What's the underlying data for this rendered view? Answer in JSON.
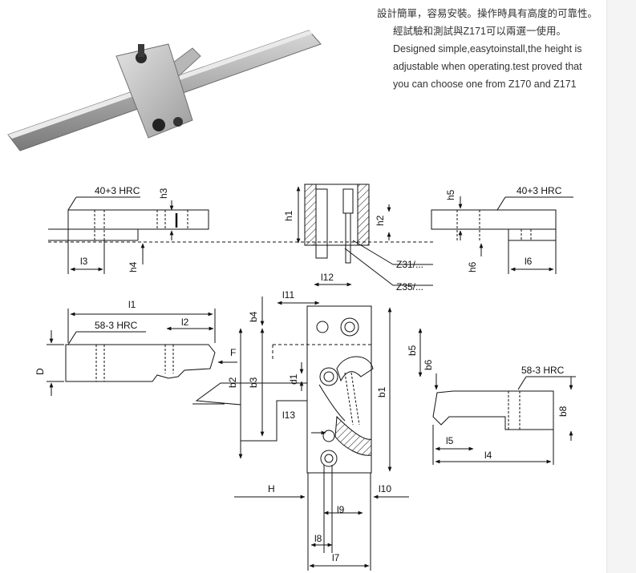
{
  "description": {
    "line_cn_1": "設計簡單，容易安裝。操作時具有高度的可靠性。",
    "line_cn_2": "經試驗和測試與Z171可以兩選一使用。",
    "line_en_1": "Designed simple,easytoinstall,the height is",
    "line_en_2": "adjustable when operating.test proved that",
    "line_en_3": "you can choose one from Z170 and Z171"
  },
  "drawing": {
    "hrc_top_left": "40+3 HRC",
    "hrc_top_right": "40+3 HRC",
    "hrc_mid_left": "58-3 HRC",
    "hrc_mid_right": "58-3 HRC",
    "z31": "Z31/...",
    "z35": "Z35/...",
    "force": "F",
    "dims": {
      "h1": "h1",
      "h2": "h2",
      "h3": "h3",
      "h4": "h4",
      "h5": "h5",
      "h6": "h6",
      "l1": "l1",
      "l2": "l2",
      "l3": "l3",
      "l4": "l4",
      "l5": "l5",
      "l6": "l6",
      "l7": "l7",
      "l8": "l8",
      "l9": "l9",
      "l10": "l10",
      "l11": "l11",
      "l12": "l12",
      "l13": "l13",
      "b1": "b1",
      "b2": "b2",
      "b3": "b3",
      "b4": "b4",
      "b5": "b5",
      "b6": "b6",
      "b8": "b8",
      "d1": "d1",
      "D": "D",
      "H": "H"
    }
  },
  "icons": {
    "photo": "metal-slide-clamp-photo"
  }
}
